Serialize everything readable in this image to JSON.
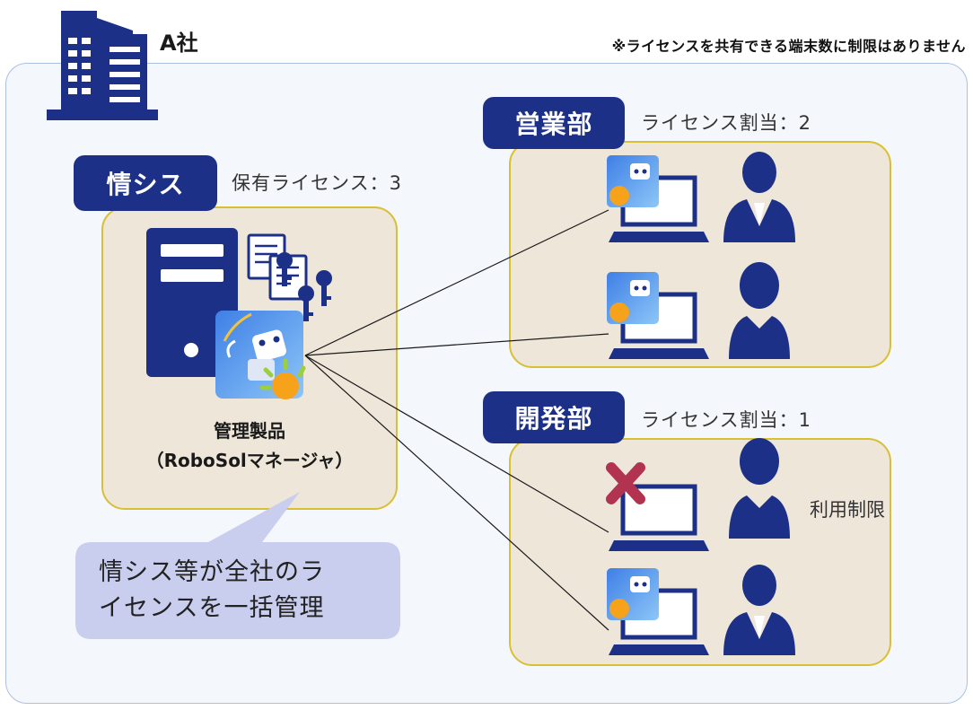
{
  "company": {
    "name": "A社",
    "note": "※ライセンスを共有できる端末数に制限はありません"
  },
  "it_dept": {
    "badge": "情シス",
    "license": "保有ライセンス：3",
    "product_line1": "管理製品",
    "product_line2": "（RoboSolマネージャ）",
    "callout_line1": "情シス等が全社のラ",
    "callout_line2": "イセンスを一括管理"
  },
  "sales_dept": {
    "badge": "営業部",
    "license": "ライセンス割当：2"
  },
  "dev_dept": {
    "badge": "開発部",
    "license": "ライセンス割当：1",
    "restricted_label": "利用制限"
  },
  "colors": {
    "navy": "#1d3088",
    "dept_box_fill": "#efe6da",
    "dept_box_border": "#d8c035",
    "callout_fill": "#c9cdee",
    "restricted_mark": "#b2334f"
  },
  "icons": [
    "building-icon",
    "server-icon",
    "license-document-icon",
    "key-icon",
    "robot-app-icon",
    "laptop-icon",
    "businessman-icon",
    "businesswoman-icon",
    "cross-mark-icon"
  ]
}
